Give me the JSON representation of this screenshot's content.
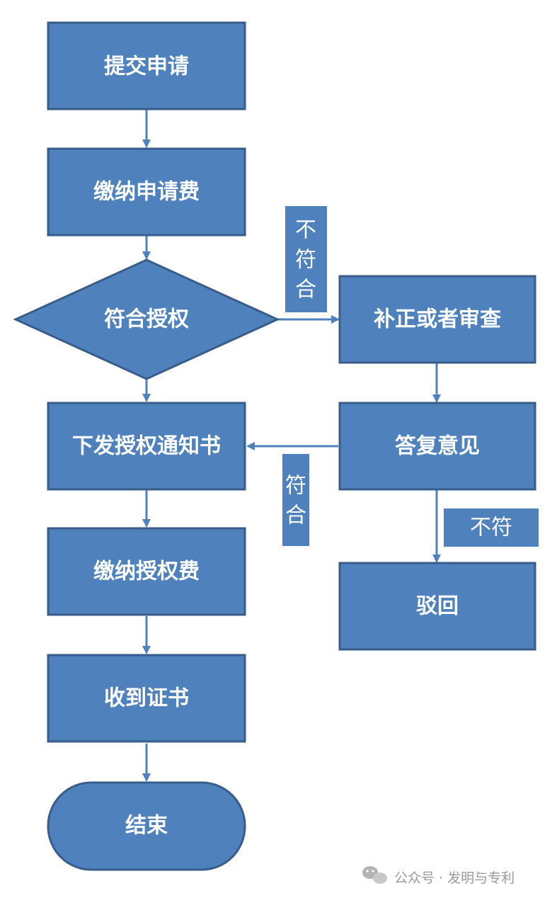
{
  "colors": {
    "box_fill": "#4f81bd",
    "box_stroke": "#385d8a",
    "arrow": "#4f81bd",
    "label_fill": "#4f81bd",
    "text": "#ffffff",
    "watermark": "#9a9a9a"
  },
  "flowchart": {
    "nodes": {
      "submit": "提交申请",
      "pay_application_fee": "缴纳申请费",
      "decision_eligible": "符合授权",
      "correction_or_examination": "补正或者审查",
      "grant_notice": "下发授权通知书",
      "reply_opinion": "答复意见",
      "pay_grant_fee": "缴纳授权费",
      "rejected": "驳回",
      "receive_certificate": "收到证书",
      "end": "结束"
    },
    "edge_labels": {
      "not_eligible_1": "不",
      "not_eligible_2": "符",
      "not_eligible_3": "合",
      "eligible_1": "符",
      "eligible_2": "合",
      "not_match": "不符"
    },
    "edges": [
      [
        "submit",
        "pay_application_fee",
        ""
      ],
      [
        "pay_application_fee",
        "decision_eligible",
        ""
      ],
      [
        "decision_eligible",
        "grant_notice",
        ""
      ],
      [
        "decision_eligible",
        "correction_or_examination",
        "不符合"
      ],
      [
        "correction_or_examination",
        "reply_opinion",
        ""
      ],
      [
        "reply_opinion",
        "grant_notice",
        "符合"
      ],
      [
        "reply_opinion",
        "rejected",
        "不符"
      ],
      [
        "grant_notice",
        "pay_grant_fee",
        ""
      ],
      [
        "pay_grant_fee",
        "receive_certificate",
        ""
      ],
      [
        "receive_certificate",
        "end",
        ""
      ]
    ]
  },
  "watermark": {
    "icon": "wechat-icon",
    "text": "公众号 · 发明与专利"
  }
}
